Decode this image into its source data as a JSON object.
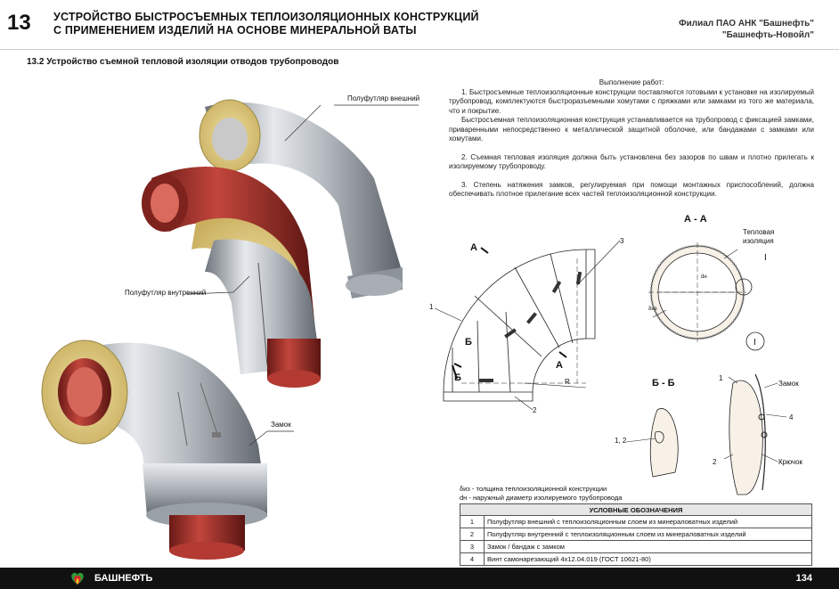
{
  "header": {
    "section_number": "13",
    "title_line1": "УСТРОЙСТВО БЫСТРОСЪЕМНЫХ ТЕПЛОИЗОЛЯЦИОННЫХ КОНСТРУКЦИЙ",
    "title_line2": "С ПРИМЕНЕНИЕМ ИЗДЕЛИЙ НА ОСНОВЕ МИНЕРАЛЬНОЙ ВАТЫ",
    "org_line1": "Филиал ПАО АНК \"Башнефть\"",
    "org_line2": "\"Башнефть-Новойл\""
  },
  "subtitle": "13.2 Устройство съемной тепловой изоляции отводов трубопроводов",
  "figure_labels": {
    "outer": "Полуфутляр внешний",
    "inner": "Полуфутляр внутренний",
    "lock": "Замок"
  },
  "work": {
    "heading": "Выполнение работ:",
    "p1": "1. Быстросъемные теплоизоляционные конструкции поставляются готовыми к установке на изолируемый трубопровод, комплектуются быстроразъемными хомутами с пряжками или замками из того же материала, что и покрытие.",
    "p2": "Быстросъемная теплоизоляционная конструкция устанавливается на трубопровод с фиксацией замками, приваренными непосредственно к металлической защитной оболочке, или бандажами с замками или хомутами.",
    "p3": "2. Съемная тепловая изоляция должна быть установлена без зазоров по швам и плотно прилегать к изолируемому трубопроводу.",
    "p4": "3. Степень натяжения замков, регулируемая при помощи монтажных приспособлений, должна обеспечивать плотное прилегание всех частей теплоизоляционной конструкции."
  },
  "drawing": {
    "section_aa": "А - А",
    "section_bb": "Б - Б",
    "insulation_label_1": "Тепловая",
    "insulation_label_2": "изоляция",
    "detail_mark": "I",
    "a_mark": "А",
    "b_mark": "Б",
    "r_mark": "R",
    "n1": "1",
    "n2": "2",
    "n3": "3",
    "n4": "4",
    "n12": "1, 2",
    "dn": "dн",
    "diz": "δиз",
    "lock": "Замок",
    "hook": "Крючок"
  },
  "notes": {
    "line1": "δиз - толщина теплоизоляционной конструкции",
    "line2": "dн - наружный диаметр изолируемого трубопровода"
  },
  "legend": {
    "title": "УСЛОВНЫЕ ОБОЗНАЧЕНИЯ",
    "rows": [
      {
        "n": "1",
        "text": "Полуфутляр внешний с теплоизоляционным слоем из минераловатных изделий"
      },
      {
        "n": "2",
        "text": "Полуфутляр внутренний с теплоизоляционным слоем из минераловатных изделий"
      },
      {
        "n": "3",
        "text": "Замок / бандаж с замком"
      },
      {
        "n": "4",
        "text": "Винт самонарезающий 4х12.04.019 (ГОСТ 10621-80)"
      }
    ]
  },
  "footer": {
    "brand": "БАШНЕФТЬ",
    "page": "134"
  },
  "colors": {
    "footer_bg": "#111111",
    "pipe_red": "#a8302a",
    "wool_yellow": "#d8c27a",
    "metal": "#b9bec4",
    "logo_green": "#2e9b3a",
    "logo_red": "#d9252a"
  }
}
